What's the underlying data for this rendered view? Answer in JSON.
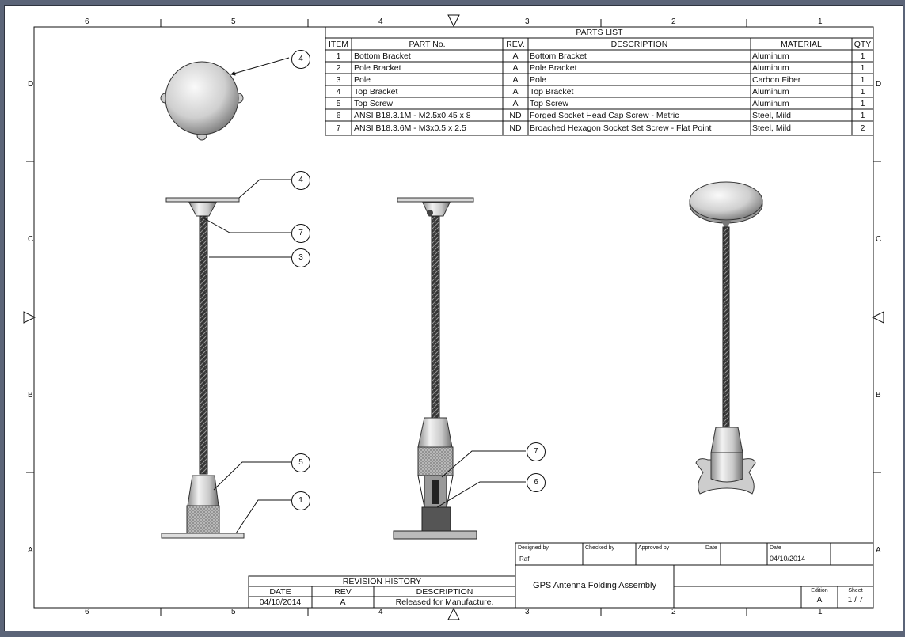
{
  "zones": {
    "columns_top": [
      "6",
      "5",
      "4",
      "3",
      "2",
      "1"
    ],
    "columns_bottom": [
      "6",
      "5",
      "4",
      "3",
      "2",
      "1"
    ],
    "rows_left": [
      "D",
      "C",
      "B",
      "A"
    ],
    "rows_right": [
      "D",
      "C",
      "B",
      "A"
    ]
  },
  "parts_list": {
    "title": "PARTS LIST",
    "headers": [
      "ITEM",
      "PART No.",
      "REV.",
      "DESCRIPTION",
      "MATERIAL",
      "QTY"
    ],
    "rows": [
      [
        "1",
        "Bottom Bracket",
        "A",
        "Bottom Bracket",
        "Aluminum",
        "1"
      ],
      [
        "2",
        "Pole Bracket",
        "A",
        "Pole Bracket",
        "Aluminum",
        "1"
      ],
      [
        "3",
        "Pole",
        "A",
        "Pole",
        "Carbon Fiber",
        "1"
      ],
      [
        "4",
        "Top Bracket",
        "A",
        "Top Bracket",
        "Aluminum",
        "1"
      ],
      [
        "5",
        "Top Screw",
        "A",
        "Top Screw",
        "Aluminum",
        "1"
      ],
      [
        "6",
        "ANSI B18.3.1M - M2.5x0.45 x 8",
        "ND",
        "Forged Socket Head Cap Screw - Metric",
        "Steel, Mild",
        "1"
      ],
      [
        "7",
        "ANSI B18.3.6M - M3x0.5 x 2.5",
        "ND",
        "Broached Hexagon Socket Set Screw - Flat Point",
        "Steel, Mild",
        "2"
      ]
    ]
  },
  "balloons": {
    "top_view": "4",
    "front_top": "4",
    "front_setscrew": "7",
    "front_pole": "3",
    "front_topscrew": "5",
    "front_bottom": "1",
    "side_setscrew": "7",
    "side_capscrew": "6"
  },
  "revision_history": {
    "title": "REVISION HISTORY",
    "headers": [
      "DATE",
      "REV",
      "DESCRIPTION"
    ],
    "row": [
      "04/10/2014",
      "A",
      "Released for Manufacture."
    ]
  },
  "title_block": {
    "designed_by_label": "Designed by",
    "designed_by": "Raf",
    "checked_by_label": "Checked by",
    "approved_by_label": "Approved by",
    "date_label_1": "Date",
    "date_label_2": "Date",
    "date": "04/10/2014",
    "title": "GPS Antenna Folding Assembly",
    "edition_label": "Edition",
    "edition": "A",
    "sheet_label": "Sheet",
    "sheet": "1 / 7"
  }
}
